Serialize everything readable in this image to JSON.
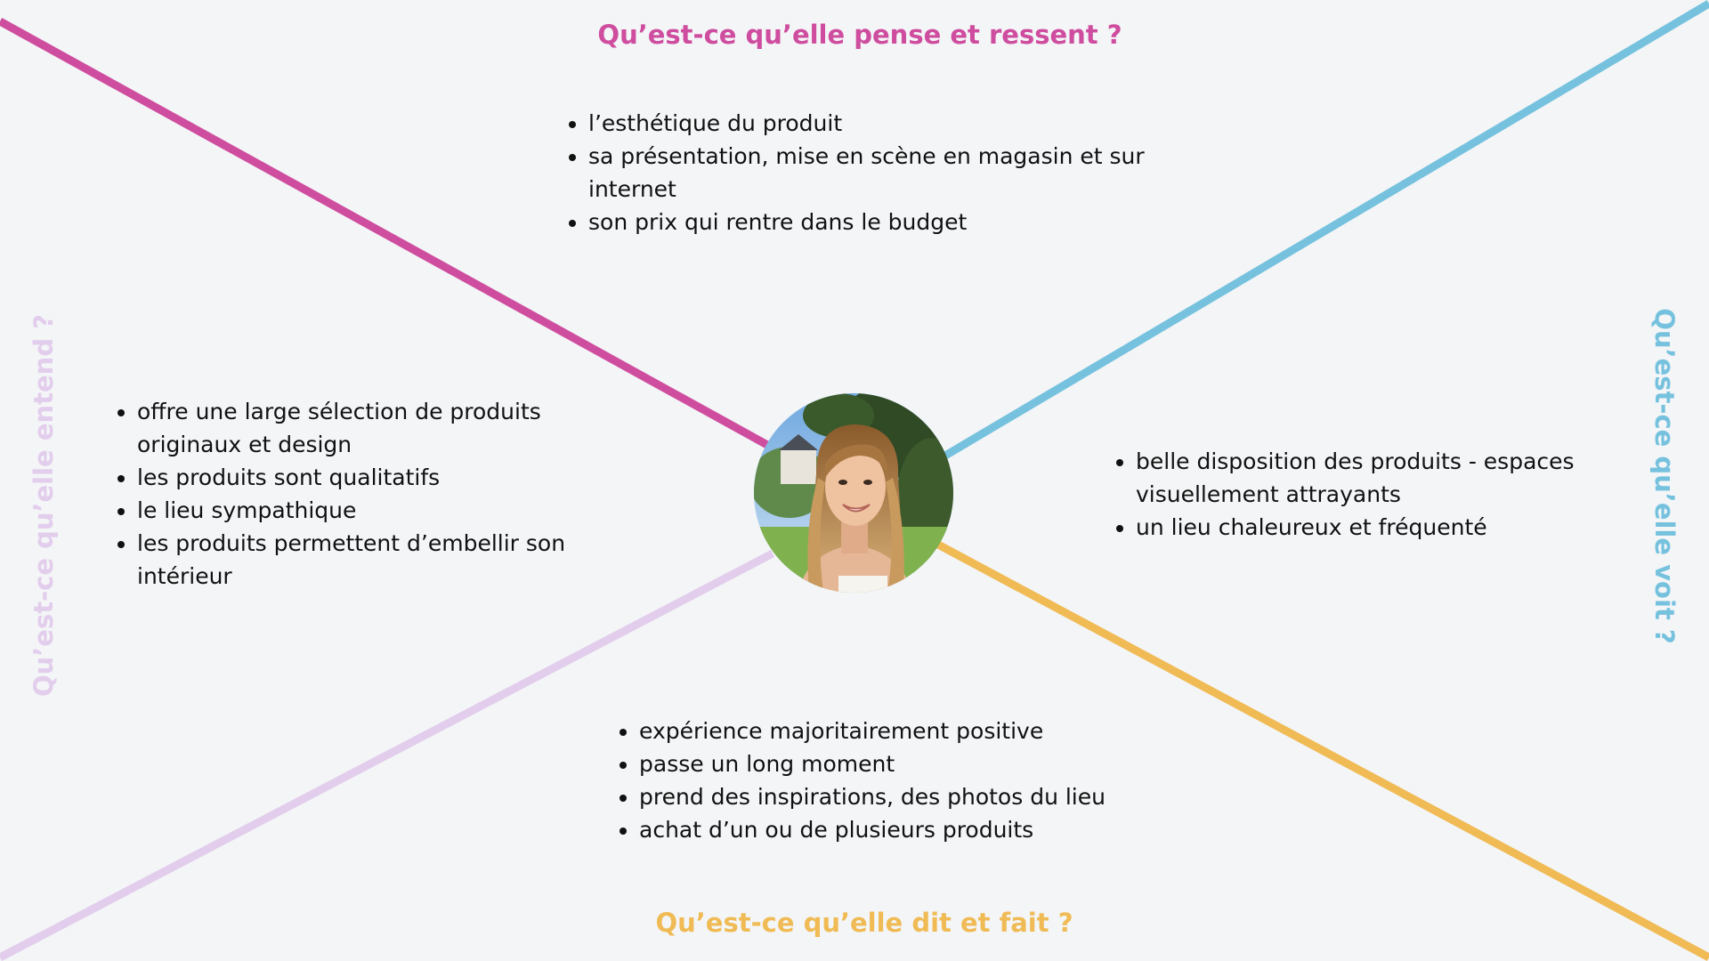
{
  "colors": {
    "background": "#f3f5f7",
    "thinks_feels": "#cf4d9f",
    "sees": "#76c2de",
    "says_does": "#f0bb55",
    "hears": "#e3cdec",
    "text": "#111111"
  },
  "sections": {
    "top": {
      "title": "Qu’est-ce qu’elle pense et ressent ?",
      "items": [
        "l’esthétique du produit",
        "sa présentation, mise en scène en magasin et sur internet",
        "son prix qui rentre dans le budget"
      ]
    },
    "left": {
      "title": "Qu’est-ce qu’elle entend ?",
      "items": [
        "offre une large sélection de produits originaux et design",
        "les produits sont qualitatifs",
        "le lieu sympathique",
        "les produits permettent d’embellir son intérieur"
      ]
    },
    "right": {
      "title": "Qu’est-ce qu’elle voit ?",
      "items": [
        "belle disposition des produits - espaces visuellement attrayants",
        "un lieu chaleureux et fréquenté"
      ]
    },
    "bottom": {
      "title": "Qu’est-ce qu’elle dit et fait ?",
      "items": [
        "expérience majoritairement positive",
        "passe un long moment",
        "prend des inspirations, des photos du lieu",
        "achat d’un ou de plusieurs produits"
      ]
    }
  },
  "center": {
    "icon": "persona-photo"
  }
}
